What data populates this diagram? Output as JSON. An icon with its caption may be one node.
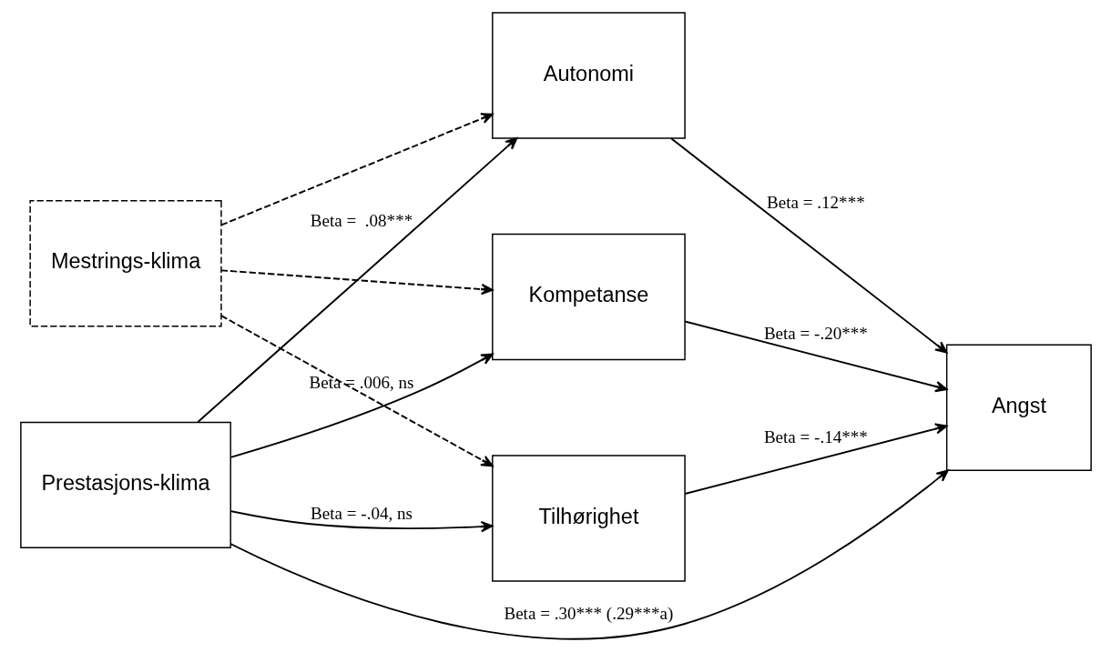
{
  "diagram": {
    "nodes": [
      {
        "text": [
          "Mestrings-klima"
        ]
      },
      {
        "text": [
          "Autonomi"
        ]
      },
      {
        "text": [
          "Kompetanse"
        ]
      },
      {
        "text": [
          "Tilhørighet"
        ]
      },
      {
        "text": [
          "Prestasjons-klima"
        ]
      },
      {
        "text": [
          "Angst"
        ]
      }
    ],
    "edges": [
      {
        "from": 0,
        "to": 1,
        "arrow": "to",
        "style": "dashed"
      },
      {
        "from": 0,
        "to": 2,
        "arrow": "to",
        "style": "dashed"
      },
      {
        "from": 0,
        "to": 3,
        "arrow": "to",
        "style": "dashed"
      },
      {
        "from": 4,
        "to": 1,
        "arrow": "to",
        "label": "Beta =  .08***"
      },
      {
        "from": 4,
        "to": 2,
        "arrow": "to",
        "label": "Beta = .006, ns"
      },
      {
        "from": 4,
        "to": 3,
        "arrow": "to",
        "label": "Beta = -.04, ns"
      },
      {
        "from": 1,
        "to": 5,
        "arrow": "to",
        "label": "Beta = .12***"
      },
      {
        "from": 2,
        "to": 5,
        "arrow": "to",
        "label": "Beta = -.20***"
      },
      {
        "from": 3,
        "to": 5,
        "arrow": "to",
        "label": "Beta = -.14***"
      },
      {
        "from": 4,
        "to": 5,
        "arrow": "to",
        "label": "Beta = .30*** (.29***a)"
      }
    ]
  }
}
